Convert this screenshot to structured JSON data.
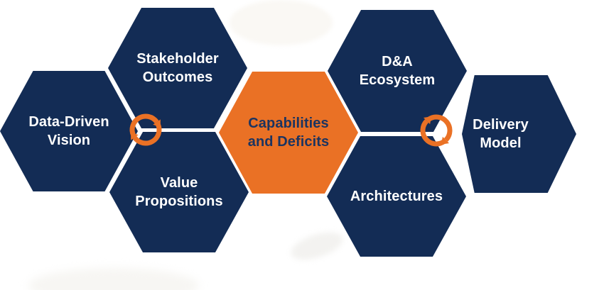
{
  "colors": {
    "background": "#FFFFFF",
    "navy": "#132C55",
    "orange": "#EA7125",
    "text_on_navy": "#FFFFFF",
    "text_on_orange": "#1C3460"
  },
  "hexagons": [
    {
      "id": "data-driven-vision",
      "lines": [
        "Data-Driven",
        "Vision"
      ],
      "variant": "navy"
    },
    {
      "id": "stakeholder-outcomes",
      "lines": [
        "Stakeholder",
        "Outcomes"
      ],
      "variant": "navy"
    },
    {
      "id": "value-propositions",
      "lines": [
        "Value",
        "Propositions"
      ],
      "variant": "navy"
    },
    {
      "id": "capabilities-and-deficits",
      "lines": [
        "Capabilities",
        "and Deficits"
      ],
      "variant": "orange"
    },
    {
      "id": "da-ecosystem",
      "lines": [
        "D&A",
        "Ecosystem"
      ],
      "variant": "navy"
    },
    {
      "id": "architectures",
      "lines": [
        "Architectures"
      ],
      "variant": "navy"
    },
    {
      "id": "delivery-model",
      "lines": [
        "Delivery",
        "Model"
      ],
      "variant": "navy"
    }
  ],
  "icons": [
    {
      "id": "icon-cycle-left",
      "name": "cycle-arrows-icon"
    },
    {
      "id": "icon-cycle-right",
      "name": "cycle-arrows-icon"
    }
  ]
}
